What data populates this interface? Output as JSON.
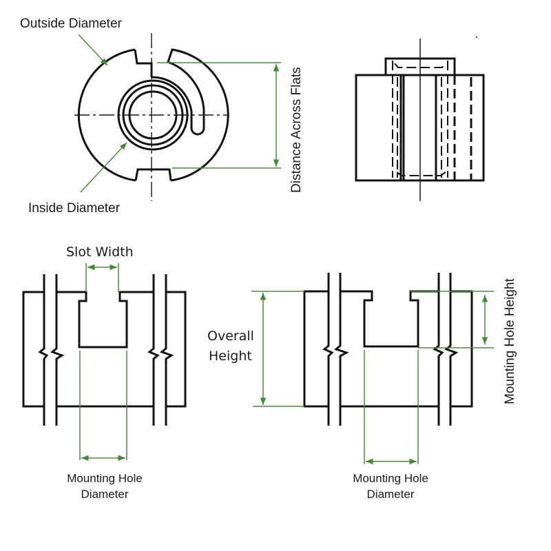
{
  "title": "Spring nut / cage nut dimension diagram",
  "colors": {
    "outline": "#111111",
    "dimension": "#4a8a3a",
    "text": "#1a1a1a",
    "background": "#ffffff"
  },
  "views": {
    "top_view": {
      "labels": {
        "outside_diameter": "Outside Diameter",
        "inside_diameter": "Inside Diameter",
        "distance_across_flats": "Distance Across Flats"
      }
    },
    "side_view": {
      "labels": []
    },
    "front_section_left": {
      "labels": {
        "slot_width": "Slot Width",
        "mounting_hole_diameter_line1": "Mounting Hole",
        "mounting_hole_diameter_line2": "Diameter"
      }
    },
    "front_section_right": {
      "labels": {
        "overall_height_line1": "Overall",
        "overall_height_line2": "Height",
        "mounting_hole_height": "Mounting Hole Height",
        "mounting_hole_diameter_line1": "Mounting Hole",
        "mounting_hole_diameter_line2": "Diameter"
      }
    }
  }
}
